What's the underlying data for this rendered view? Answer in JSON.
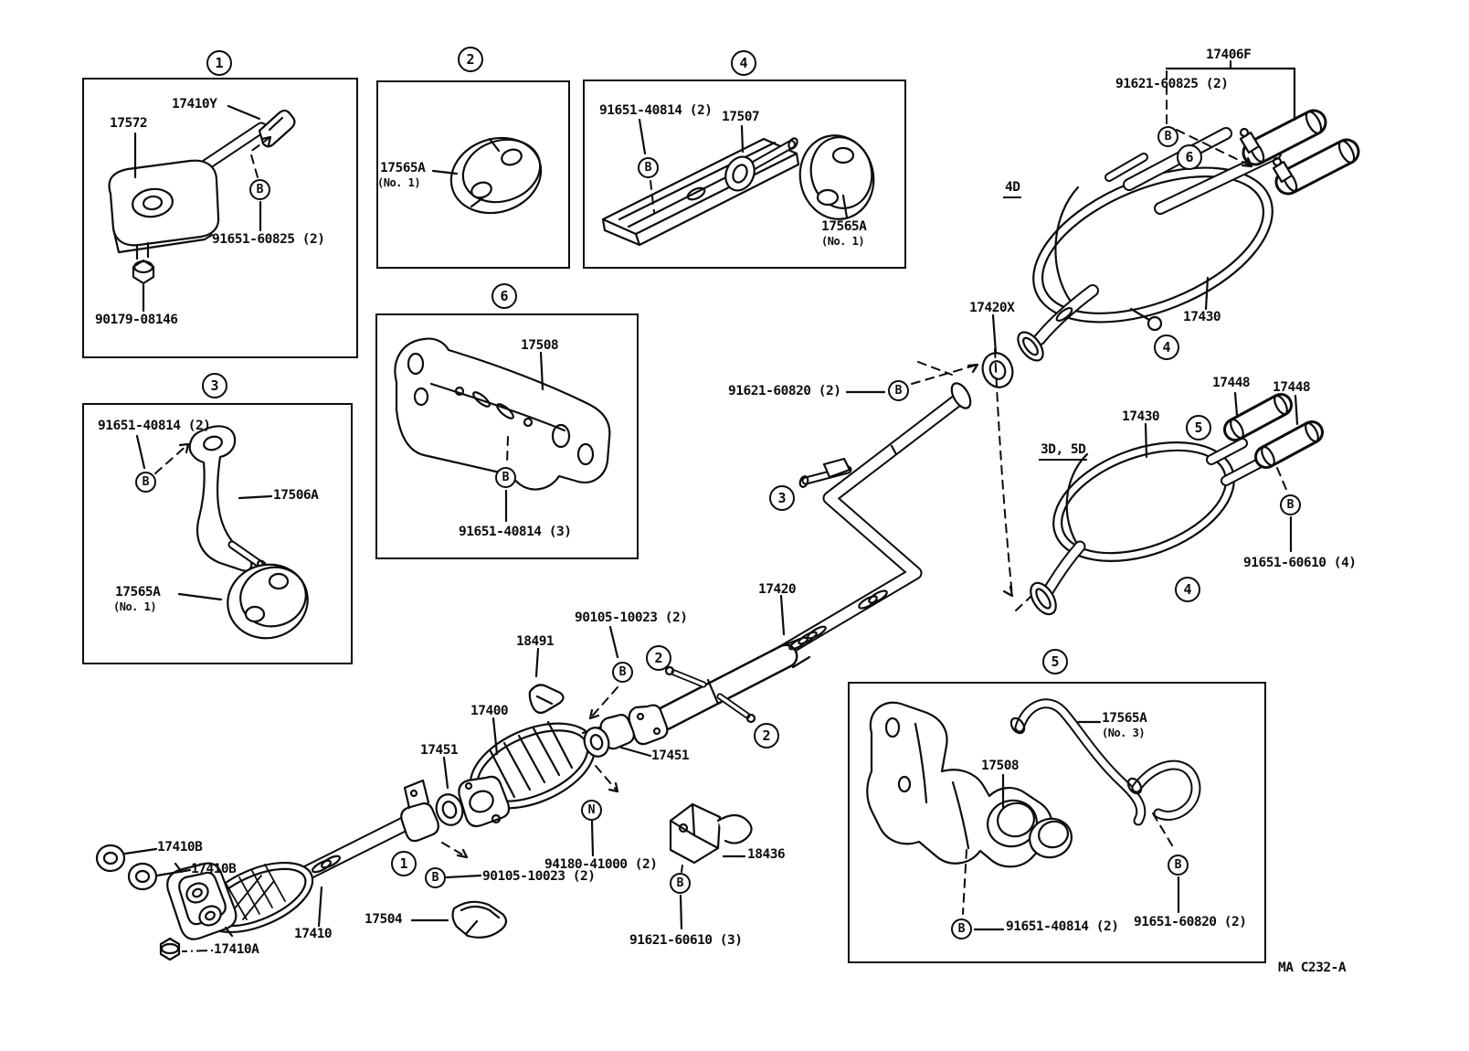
{
  "doc": {
    "code": "MA C232-A"
  },
  "markers": {
    "b": "B",
    "n": "N"
  },
  "boxes": {
    "box1": {
      "number": "1",
      "rod": "17410Y",
      "mount": "17572",
      "bolt": "91651-60825 (2)",
      "nut": "90179-08146"
    },
    "box2": {
      "number": "2",
      "hanger": "17565A",
      "hanger_note": "(No. 1)"
    },
    "box3": {
      "number": "3",
      "bolt": "91651-40814 (2)",
      "bracket": "17506A",
      "hanger": "17565A",
      "hanger_note": "(No. 1)"
    },
    "box4": {
      "number": "4",
      "bolt": "91651-40814 (2)",
      "pin": "17507",
      "hanger": "17565A",
      "hanger_note": "(No. 1)"
    },
    "box5": {
      "number": "5",
      "hanger": "17565A",
      "hanger_note": "(No. 3)",
      "bracket": "17508",
      "bolt_a": "91651-40814 (2)",
      "bolt_b": "91651-60820 (2)"
    },
    "box6": {
      "number": "6",
      "bracket": "17508",
      "bolt": "91651-40814 (3)"
    }
  },
  "main": {
    "rear_4d": {
      "body_style": "4D",
      "tailpipe_kit": "17406F",
      "clamp": "91621-60825 (2)",
      "muffler": "17430",
      "gasket": "17420X",
      "ref_bracket": "6",
      "ref_muffler": "4"
    },
    "rear_3d5d": {
      "body_style": "3D, 5D",
      "muffler": "17430",
      "tip_a": "17448",
      "tip_b": "17448",
      "bolt": "91651-60610 (4)",
      "ref_bracket": "5",
      "ref_muffler": "4"
    },
    "center_pipe": {
      "clamp": "91621-60820 (2)",
      "pipe": "17420",
      "ref_bracket": "3",
      "ref_support_a": "2",
      "ref_support_b": "2"
    },
    "converter": {
      "bolt_upper": "90105-10023 (2)",
      "hook": "18491",
      "unit": "17400",
      "gasket_front": "17451",
      "gasket_rear": "17451",
      "nut": "94180-41000 (2)",
      "bolt_lower": "90105-10023 (2)",
      "bracket": "18436",
      "bracket_bolt": "91621-60610 (3)",
      "ref_support": "1"
    },
    "front_pipe": {
      "gasket_a": "17410B",
      "gasket_b": "17410B",
      "nut": "17410A",
      "pipe": "17410",
      "insulator": "17504"
    }
  }
}
